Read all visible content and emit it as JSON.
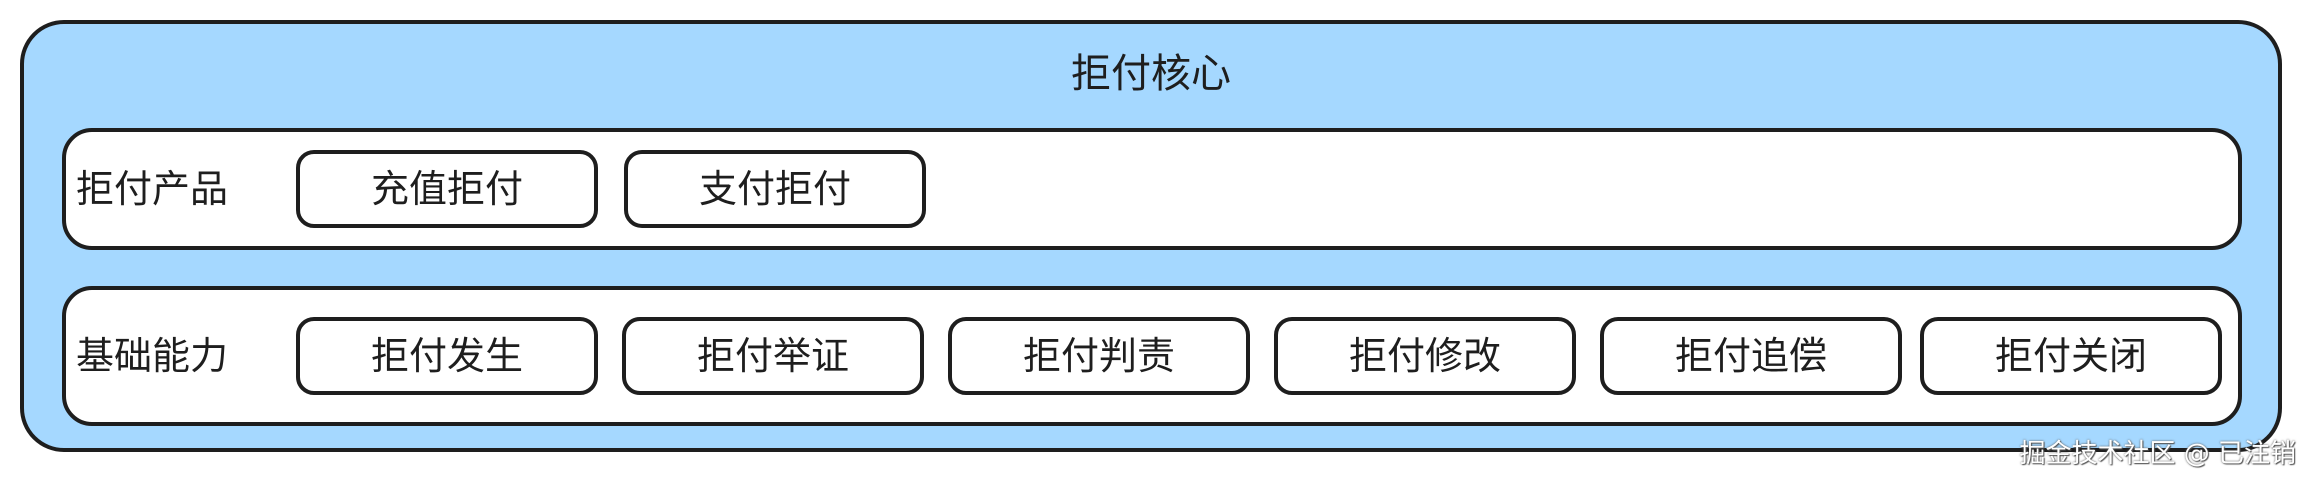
{
  "diagram": {
    "title": "拒付核心",
    "colors": {
      "outer_fill": "#a5d8ff",
      "stroke": "#1e1e1e",
      "row_fill": "#ffffff"
    },
    "rows": [
      {
        "label": "拒付产品",
        "items": [
          "充值拒付",
          "支付拒付"
        ]
      },
      {
        "label": "基础能力",
        "items": [
          "拒付发生",
          "拒付举证",
          "拒付判责",
          "拒付修改",
          "拒付追偿",
          "拒付关闭"
        ]
      }
    ]
  },
  "watermark": "掘金技术社区 @ 已注销"
}
